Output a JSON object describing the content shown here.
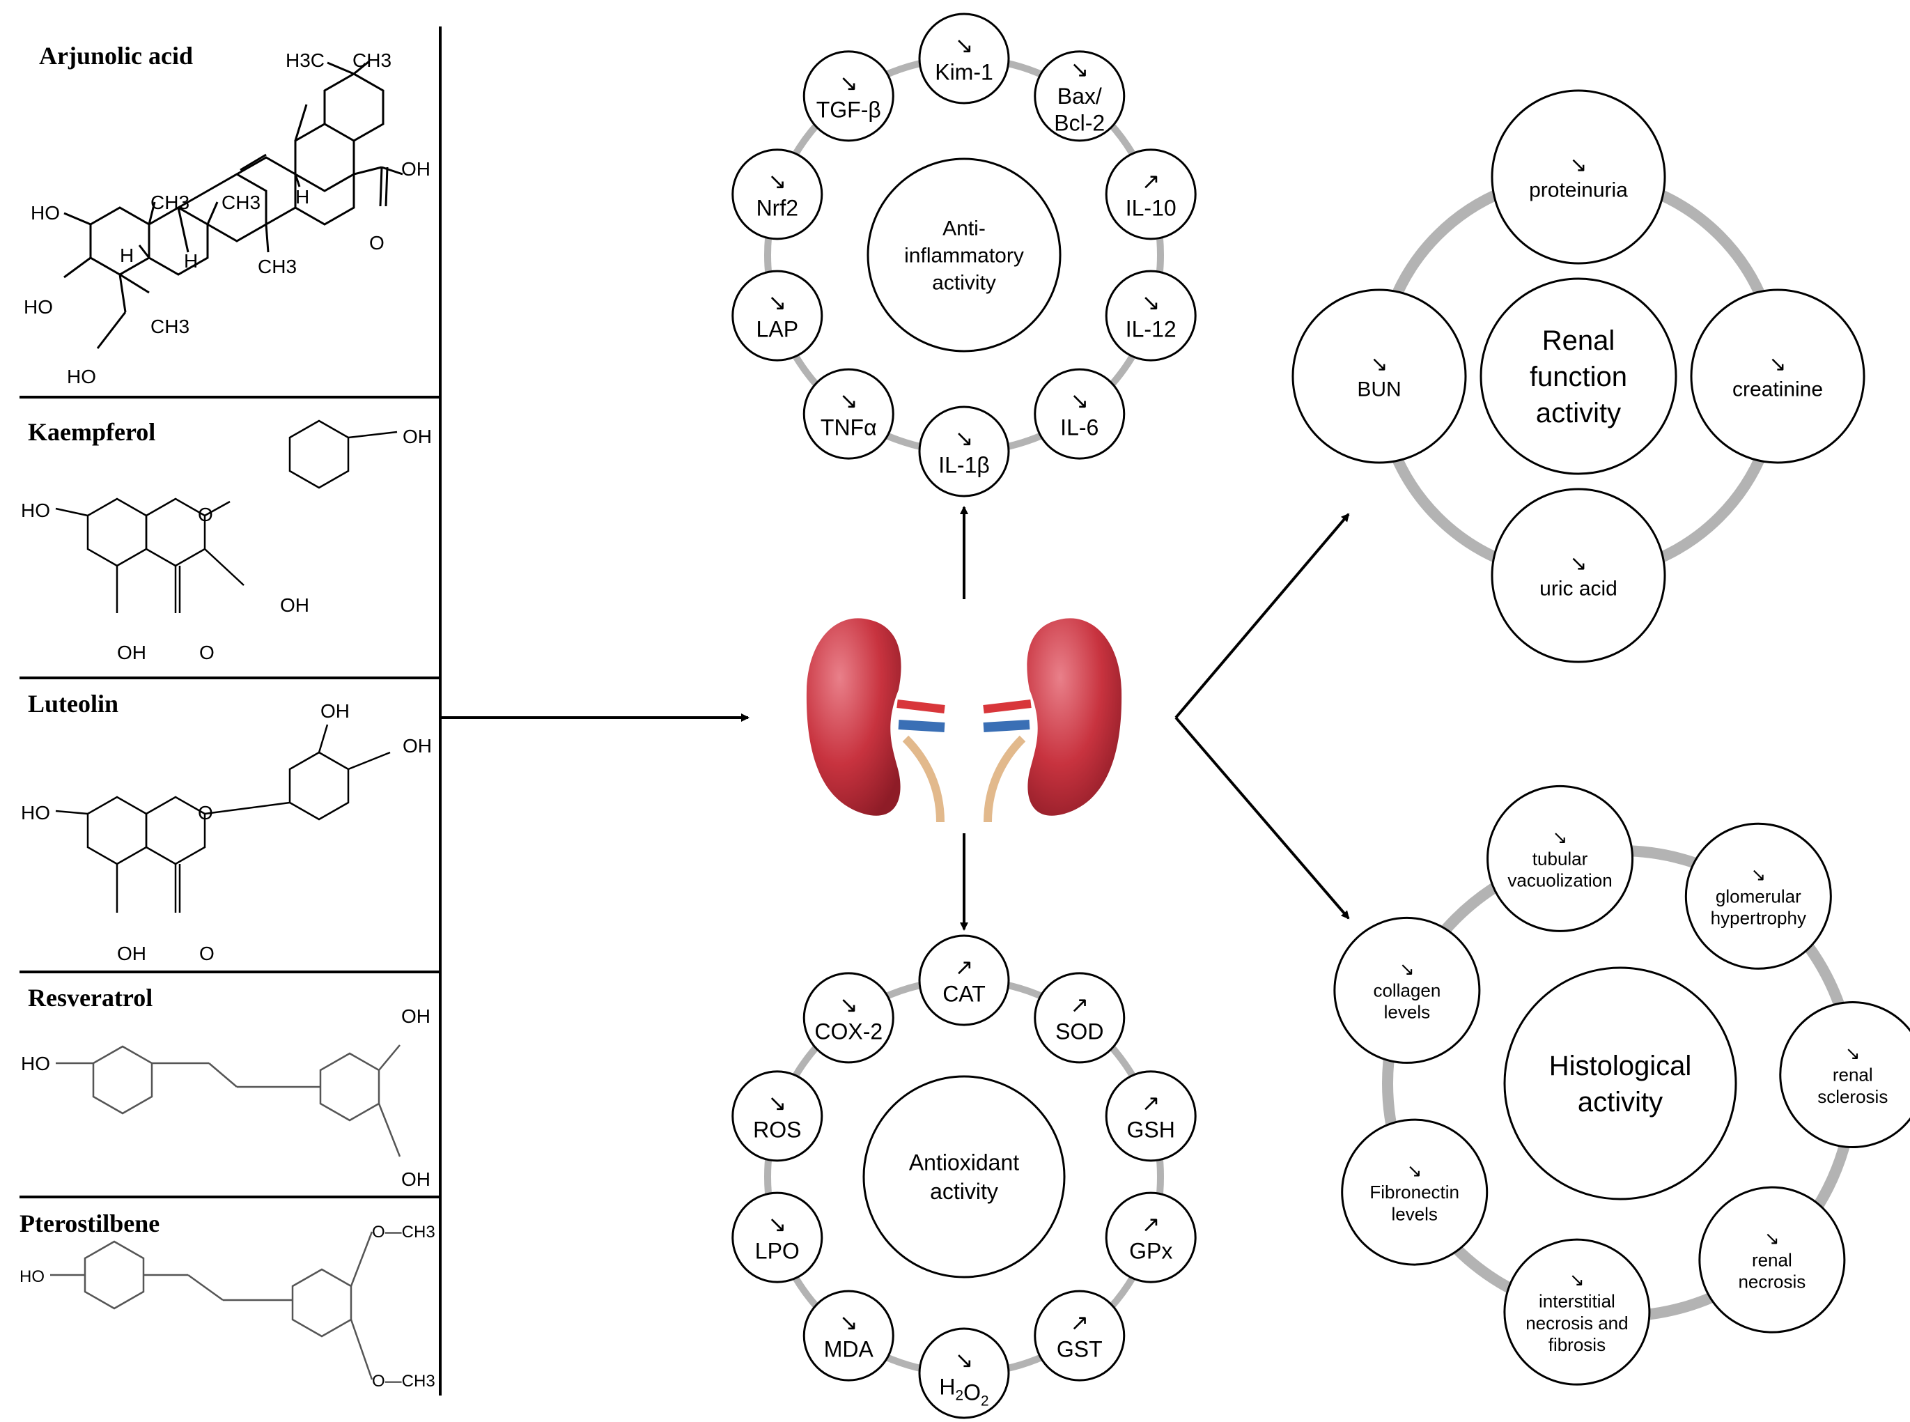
{
  "compounds": [
    {
      "name": "Arjunolic acid",
      "labels": [
        "H3C",
        "CH3",
        "OH",
        "O",
        "HO",
        "HO",
        "HO",
        "CH3",
        "CH3",
        "CH3",
        "CH3",
        "H",
        "H",
        "H"
      ]
    },
    {
      "name": "Kaempferol",
      "labels": [
        "OH",
        "HO",
        "OH",
        "OH",
        "O",
        "O"
      ]
    },
    {
      "name": "Luteolin",
      "labels": [
        "OH",
        "OH",
        "HO",
        "OH",
        "O",
        "O"
      ]
    },
    {
      "name": "Resveratrol",
      "labels": [
        "OH",
        "HO",
        "OH"
      ]
    },
    {
      "name": "Pterostilbene",
      "labels": [
        "O—CH3",
        "HO",
        "O—CH3"
      ]
    }
  ],
  "anti_inflammatory": {
    "center": [
      "Anti-",
      "inflammatory",
      "activity"
    ],
    "markers": [
      {
        "arrow": "↘",
        "label": "Kim-1"
      },
      {
        "arrow": "↘",
        "label": "Bax/ Bcl-2"
      },
      {
        "arrow": "↗",
        "label": "IL-10"
      },
      {
        "arrow": "↘",
        "label": "IL-12"
      },
      {
        "arrow": "↘",
        "label": "IL-6"
      },
      {
        "arrow": "↘",
        "label": "IL-1β"
      },
      {
        "arrow": "↘",
        "label": "TNFα"
      },
      {
        "arrow": "↘",
        "label": "LAP"
      },
      {
        "arrow": "↘",
        "label": "Nrf2"
      },
      {
        "arrow": "↘",
        "label": "TGF-β"
      }
    ]
  },
  "antioxidant": {
    "center": [
      "Antioxidant",
      "activity"
    ],
    "markers": [
      {
        "arrow": "↗",
        "label": "CAT"
      },
      {
        "arrow": "↗",
        "label": "SOD"
      },
      {
        "arrow": "↗",
        "label": "GSH"
      },
      {
        "arrow": "↗",
        "label": "GPx"
      },
      {
        "arrow": "↗",
        "label": "GST"
      },
      {
        "arrow": "↘",
        "label": "H2O2"
      },
      {
        "arrow": "↘",
        "label": "MDA"
      },
      {
        "arrow": "↘",
        "label": "LPO"
      },
      {
        "arrow": "↘",
        "label": "ROS"
      },
      {
        "arrow": "↘",
        "label": "COX-2"
      }
    ]
  },
  "renal_function": {
    "center": [
      "Renal",
      "function",
      "activity"
    ],
    "markers": [
      {
        "arrow": "↘",
        "label": "proteinuria"
      },
      {
        "arrow": "↘",
        "label": "creatinine"
      },
      {
        "arrow": "↘",
        "label": "uric acid"
      },
      {
        "arrow": "↘",
        "label": "BUN"
      }
    ]
  },
  "histological": {
    "center": [
      "Histological",
      "activity"
    ],
    "markers": [
      {
        "arrow": "↘",
        "label": "tubular vacuolization"
      },
      {
        "arrow": "↘",
        "label": "glomerular hypertrophy"
      },
      {
        "arrow": "↘",
        "label": "renal sclerosis"
      },
      {
        "arrow": "↘",
        "label": "renal necrosis"
      },
      {
        "arrow": "↘",
        "label": "interstitial necrosis and fibrosis"
      },
      {
        "arrow": "↘",
        "label": "Fibronectin levels"
      },
      {
        "arrow": "↘",
        "label": "collagen levels"
      }
    ]
  },
  "colors": {
    "ring": "#b3b3b3",
    "kidney": "#c8333f",
    "kidney_light": "#e6707a",
    "artery": "#d8363a",
    "vein": "#3a6fb5",
    "ureter": "#e2b98c"
  }
}
